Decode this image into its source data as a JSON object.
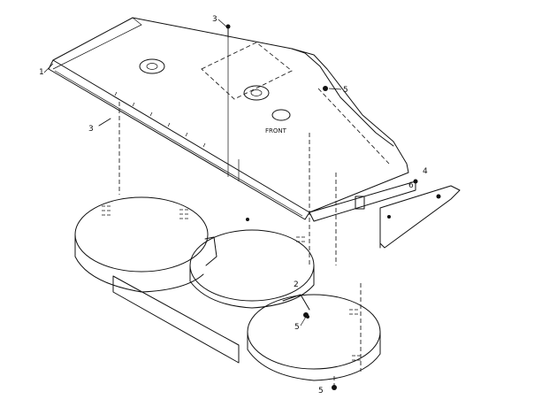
{
  "labels": {
    "callout_3_top": "3",
    "callout_3_left": "3",
    "callout_1": "1",
    "callout_2": "2",
    "callout_4": "4",
    "callout_5_right": "5",
    "callout_5_mid": "5",
    "callout_5_bottom": "5",
    "callout_6": "6",
    "front_label": "FRONT"
  }
}
